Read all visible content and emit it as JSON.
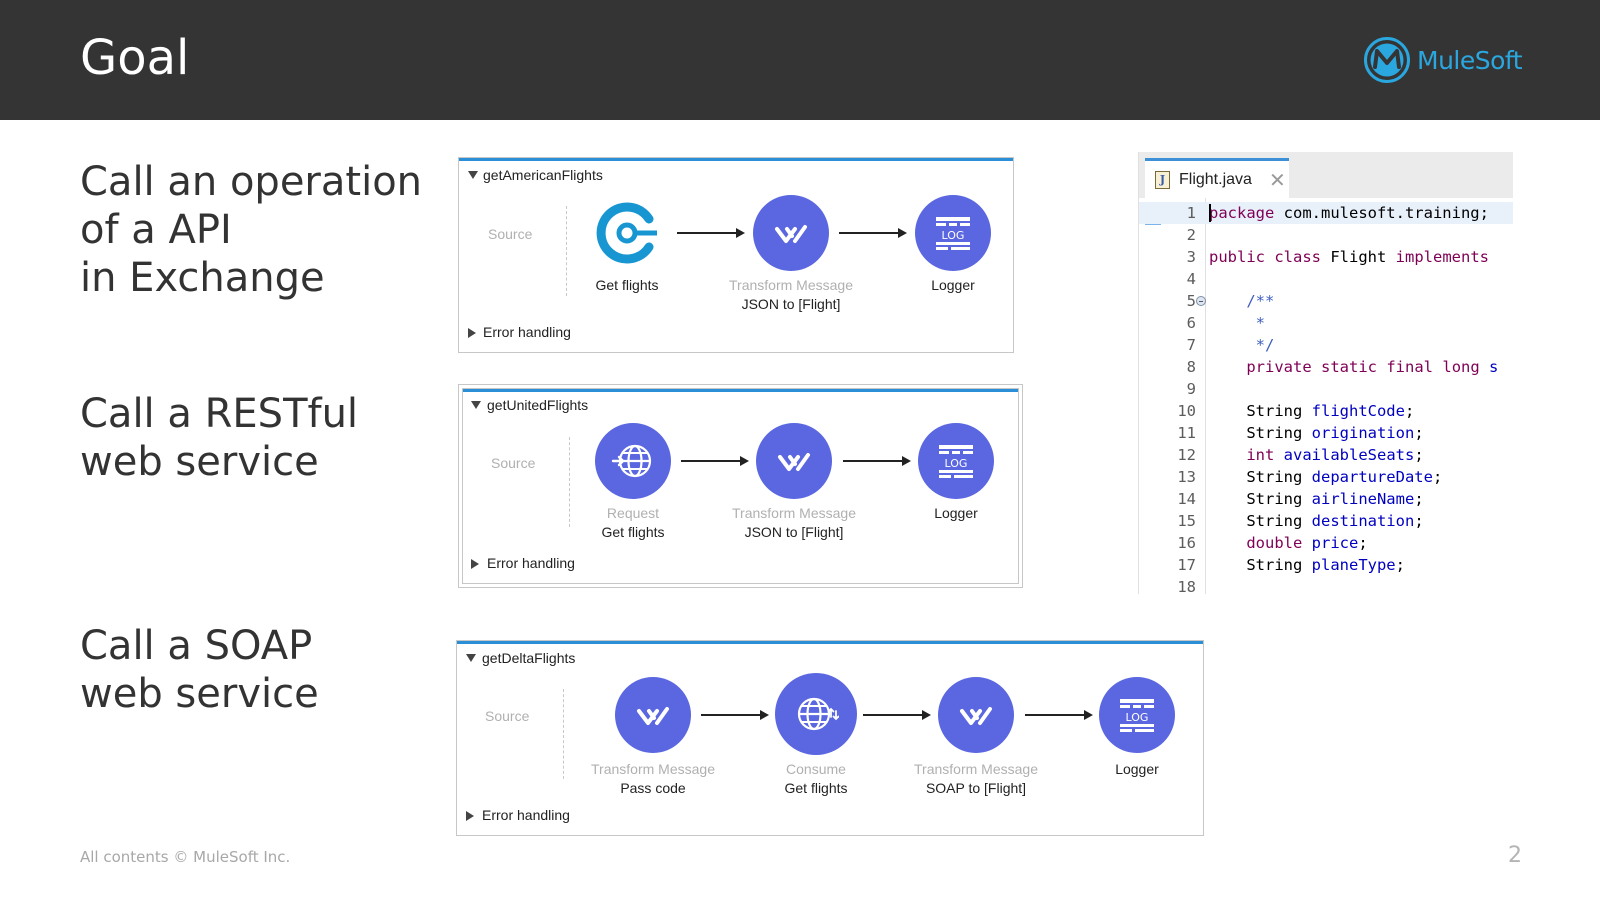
{
  "header": {
    "title": "Goal",
    "brand_name": "MuleSoft"
  },
  "sections": [
    {
      "lines": [
        "Call an operation",
        "of a API",
        "in Exchange"
      ]
    },
    {
      "lines": [
        "Call a RESTful",
        "web service"
      ]
    },
    {
      "lines": [
        "Call a SOAP",
        "web service"
      ]
    }
  ],
  "flows": [
    {
      "name": "getAmericanFlights",
      "source_label": "Source",
      "error_label": "Error handling",
      "components": [
        {
          "icon": "api-connector-icon",
          "type": "",
          "label": "Get flights"
        },
        {
          "icon": "transform-icon",
          "type": "Transform Message",
          "label": "JSON to [Flight]"
        },
        {
          "icon": "logger-icon",
          "type": "",
          "label": "Logger"
        }
      ]
    },
    {
      "name": "getUnitedFlights",
      "source_label": "Source",
      "error_label": "Error handling",
      "components": [
        {
          "icon": "http-request-icon",
          "type": "Request",
          "label": "Get flights"
        },
        {
          "icon": "transform-icon",
          "type": "Transform Message",
          "label": "JSON to [Flight]"
        },
        {
          "icon": "logger-icon",
          "type": "",
          "label": "Logger"
        }
      ]
    },
    {
      "name": "getDeltaFlights",
      "source_label": "Source",
      "error_label": "Error handling",
      "components": [
        {
          "icon": "transform-icon",
          "type": "Transform Message",
          "label": "Pass code"
        },
        {
          "icon": "web-service-consumer-icon",
          "type": "Consume",
          "label": "Get flights"
        },
        {
          "icon": "transform-icon",
          "type": "Transform Message",
          "label": "SOAP to [Flight]"
        },
        {
          "icon": "logger-icon",
          "type": "",
          "label": "Logger"
        }
      ]
    }
  ],
  "editor": {
    "tab_label": "Flight.java",
    "lines": [
      {
        "num": "1",
        "text": "package com.mulesoft.training;"
      },
      {
        "num": "2",
        "text": ""
      },
      {
        "num": "3",
        "text": "public class Flight implements"
      },
      {
        "num": "4",
        "text": ""
      },
      {
        "num": "5",
        "text": "    /**"
      },
      {
        "num": "6",
        "text": "     *"
      },
      {
        "num": "7",
        "text": "     */"
      },
      {
        "num": "8",
        "text": "    private static final long s"
      },
      {
        "num": "9",
        "text": ""
      },
      {
        "num": "10",
        "text": "    String flightCode;"
      },
      {
        "num": "11",
        "text": "    String origination;"
      },
      {
        "num": "12",
        "text": "    int availableSeats;"
      },
      {
        "num": "13",
        "text": "    String departureDate;"
      },
      {
        "num": "14",
        "text": "    String airlineName;"
      },
      {
        "num": "15",
        "text": "    String destination;"
      },
      {
        "num": "16",
        "text": "    double price;"
      },
      {
        "num": "17",
        "text": "    String planeType;"
      },
      {
        "num": "18",
        "text": ""
      }
    ]
  },
  "footer": {
    "copyright": "All contents © MuleSoft Inc.",
    "page_number": "2"
  },
  "colors": {
    "header_bg": "#353435",
    "brand": "#2aa7de",
    "component_fill": "#5a67e0",
    "flow_accent": "#2a8fd6",
    "java_keyword": "#7f0055",
    "java_field": "#0000c0",
    "java_comment": "#3f5fbf"
  }
}
